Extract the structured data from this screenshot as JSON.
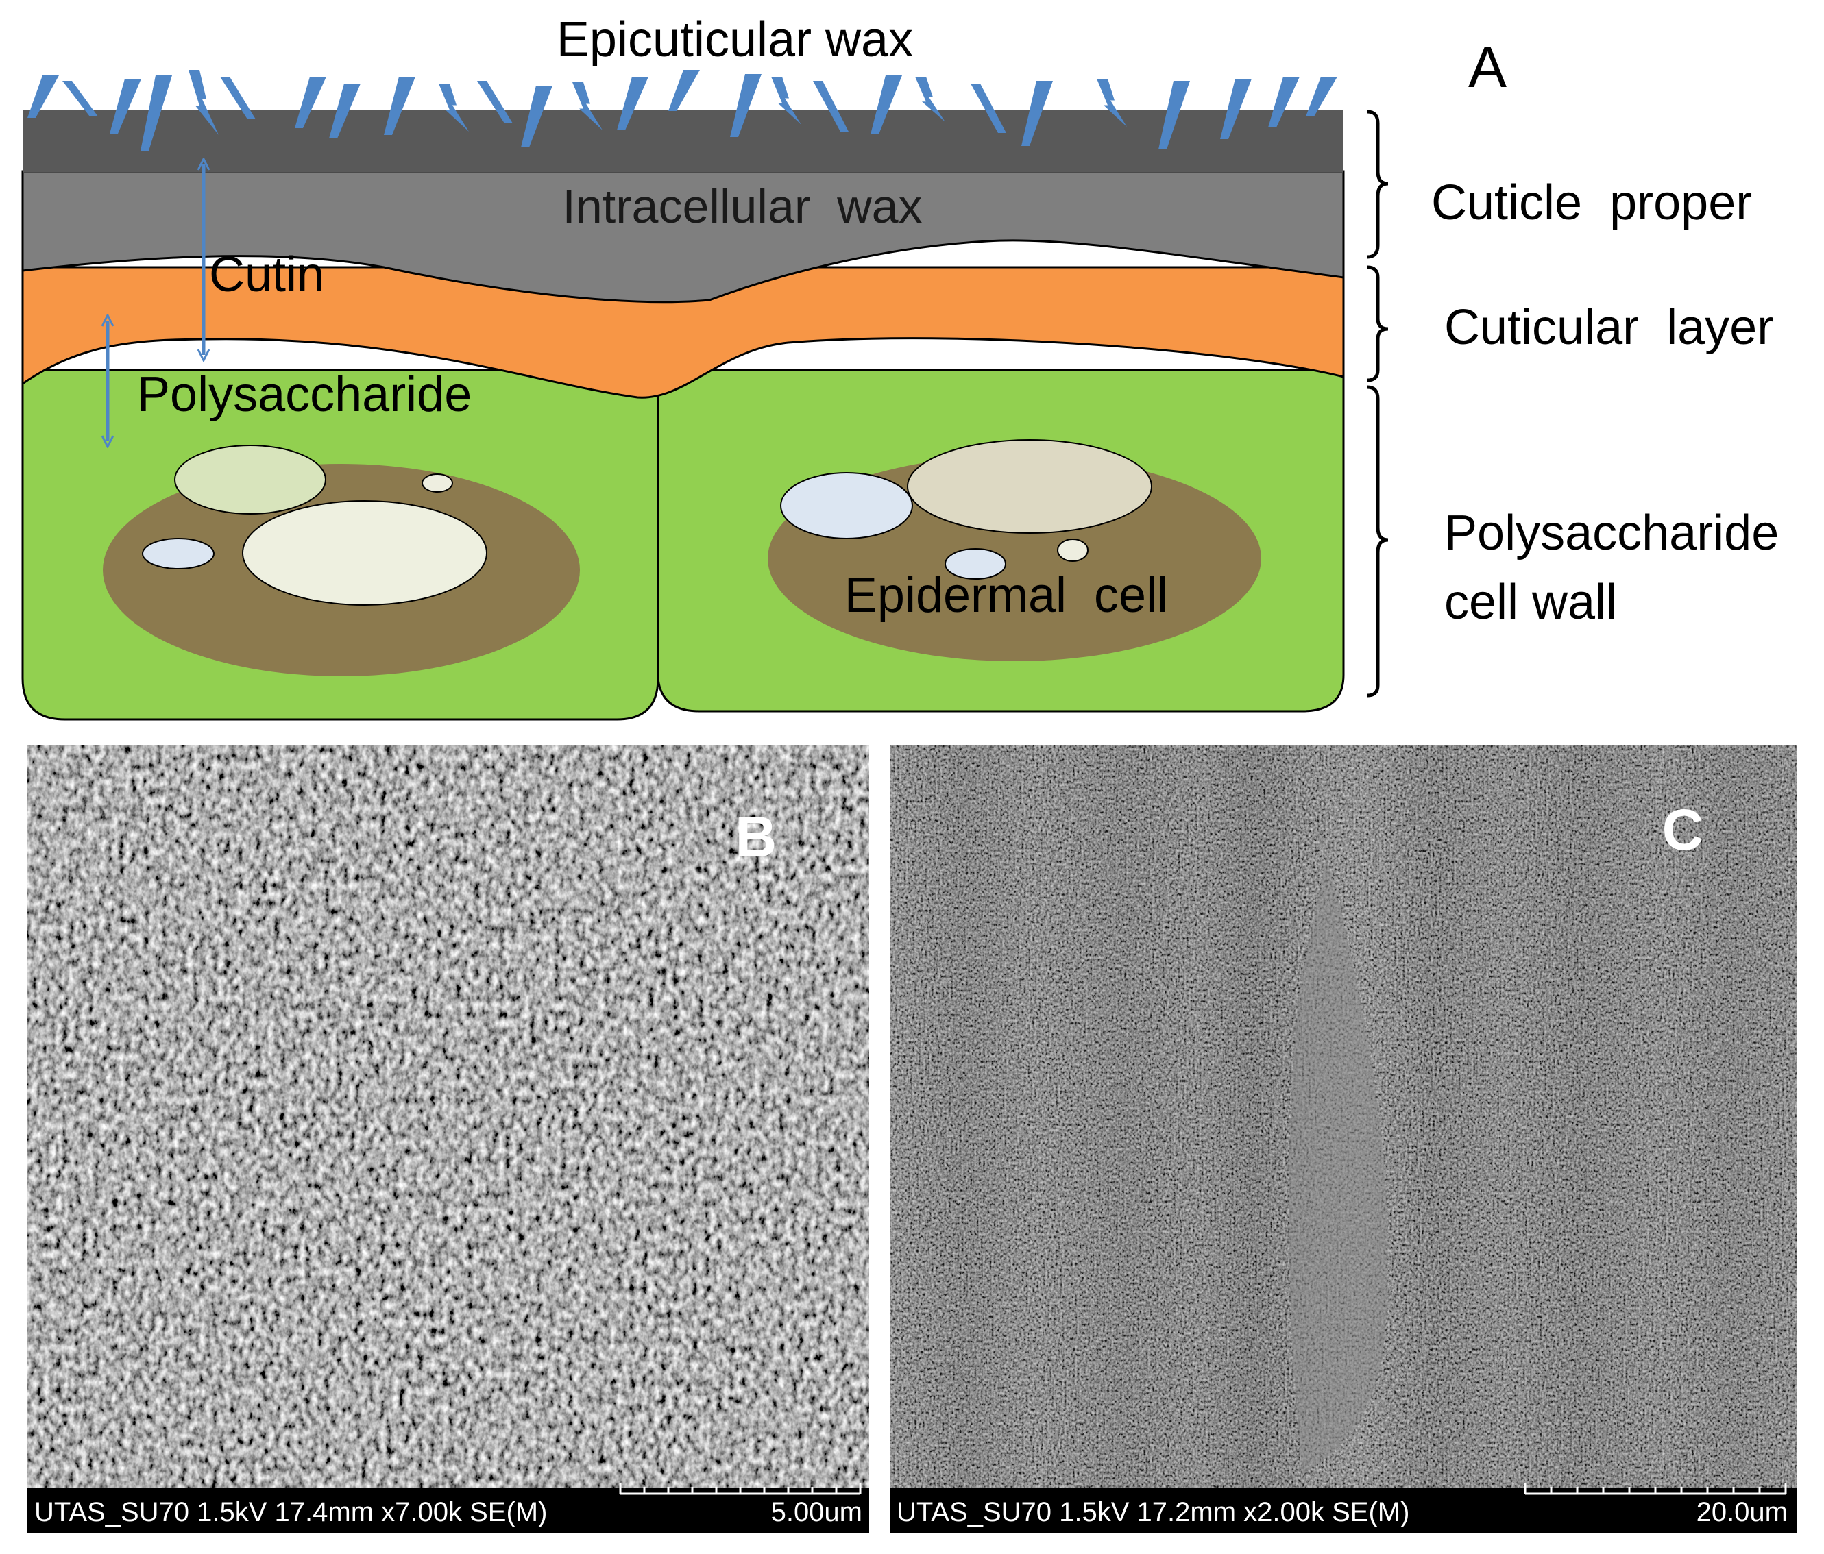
{
  "panel_a": {
    "panel_label": "A",
    "labels": {
      "epicuticular_wax": "Epicuticular wax",
      "intracellular_wax": "Intracellular  wax",
      "cutin": "Cutin",
      "polysaccharide": "Polysaccharide",
      "epidermal_cell": "Epidermal  cell"
    },
    "brackets": {
      "cuticle_proper": "Cuticle  proper",
      "cuticular_layer": "Cuticular  layer",
      "cell_wall_line1": "Polysaccharide",
      "cell_wall_line2": "cell wall"
    },
    "colors": {
      "epicuticular_wax_crystals": "#4f86c6",
      "wax_surface": "#595959",
      "intracellular_wax": "#7f7f7f",
      "cutin": "#f79646",
      "polysaccharide_wall": "#92d050",
      "cell_interior": "#8c7a4e",
      "arrows": "#4f86c6"
    }
  },
  "panel_b": {
    "panel_label": "B",
    "sem_info": "UTAS_SU70 1.5kV 17.4mm x7.00k SE(M)",
    "scale_label": "5.00um"
  },
  "panel_c": {
    "panel_label": "C",
    "sem_info": "UTAS_SU70 1.5kV 17.2mm x2.00k SE(M)",
    "scale_label": "20.0um"
  }
}
